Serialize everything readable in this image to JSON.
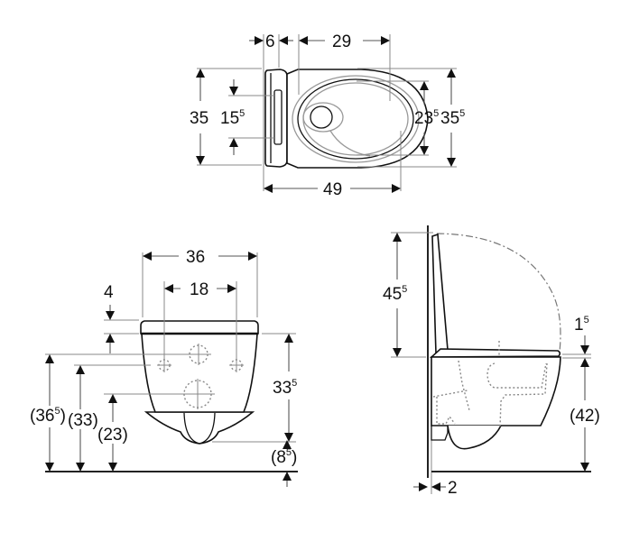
{
  "diagram": {
    "subject": "Wall-hung WC technical drawing",
    "units": "cm",
    "views": {
      "top": {
        "name": "Top view",
        "dimensions": {
          "seat_thickness": {
            "main": "6",
            "sup": ""
          },
          "rim_to_bowl": {
            "main": "29",
            "sup": ""
          },
          "overall_width": {
            "main": "35",
            "sup": ""
          },
          "fixing_spacing": {
            "main": "15",
            "sup": "5"
          },
          "bowl_opening": {
            "main": "23",
            "sup": "5"
          },
          "seat_width": {
            "main": "35",
            "sup": "5"
          },
          "overall_depth": {
            "main": "49",
            "sup": ""
          }
        }
      },
      "front": {
        "name": "Front view",
        "dimensions": {
          "width": {
            "main": "36",
            "sup": ""
          },
          "bolt_spacing": {
            "main": "18",
            "sup": ""
          },
          "seat_height": {
            "main": "4",
            "sup": ""
          },
          "bowl_height": {
            "main": "33",
            "sup": "5"
          },
          "inlet_height": {
            "main": "(36",
            "sup": "5",
            "close": ")"
          },
          "bolt_height": {
            "main": "(33)",
            "sup": ""
          },
          "outlet_height": {
            "main": "(23)",
            "sup": ""
          },
          "floor_clearance": {
            "main": "(8",
            "sup": "5",
            "close": ")"
          }
        }
      },
      "side": {
        "name": "Side view",
        "dimensions": {
          "lid_height": {
            "main": "45",
            "sup": "5"
          },
          "seat_gap": {
            "main": "1",
            "sup": "5"
          },
          "rim_height": {
            "main": "(42)",
            "sup": ""
          },
          "wall_gap": {
            "main": "2",
            "sup": ""
          }
        }
      }
    }
  }
}
